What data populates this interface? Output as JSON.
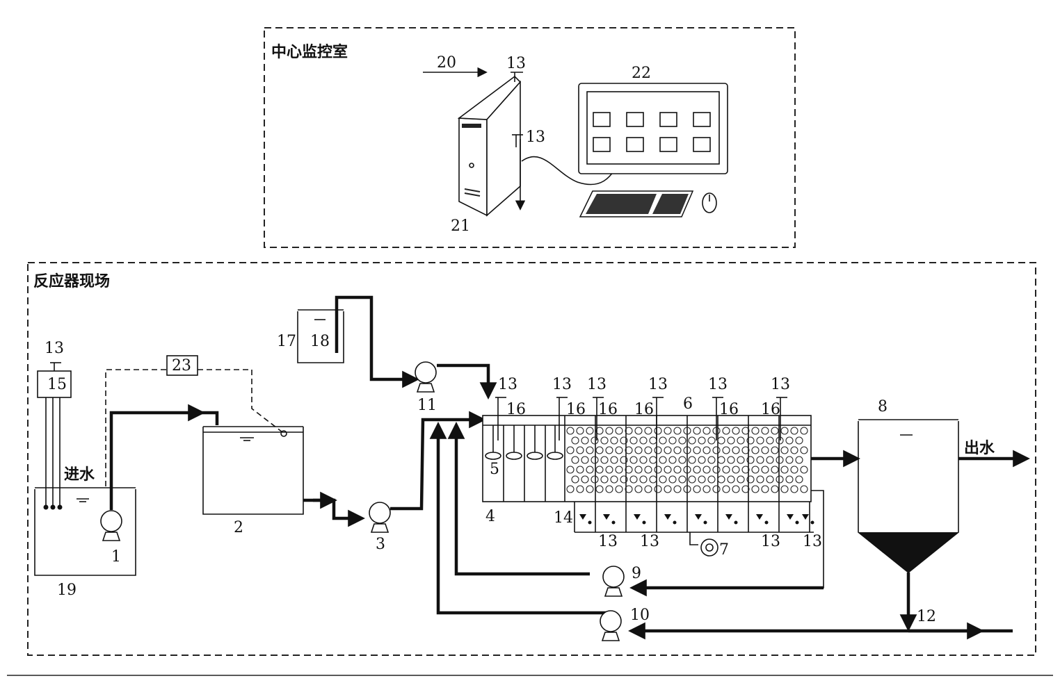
{
  "areas": {
    "monitor_room": "中心监控室",
    "reactor_site": "反应器现场"
  },
  "flow_labels": {
    "inflow": "进水",
    "outflow": "出水"
  },
  "labels": {
    "n1": "1",
    "n2": "2",
    "n3": "3",
    "n4": "4",
    "n5": "5",
    "n6": "6",
    "n7": "7",
    "n8": "8",
    "n9": "9",
    "n10": "10",
    "n11": "11",
    "n12": "12",
    "n13": "13",
    "n14": "14",
    "n15": "15",
    "n16": "16",
    "n17": "17",
    "n18": "18",
    "n19": "19",
    "n20": "20",
    "n21": "21",
    "n22": "22",
    "n23": "23"
  }
}
